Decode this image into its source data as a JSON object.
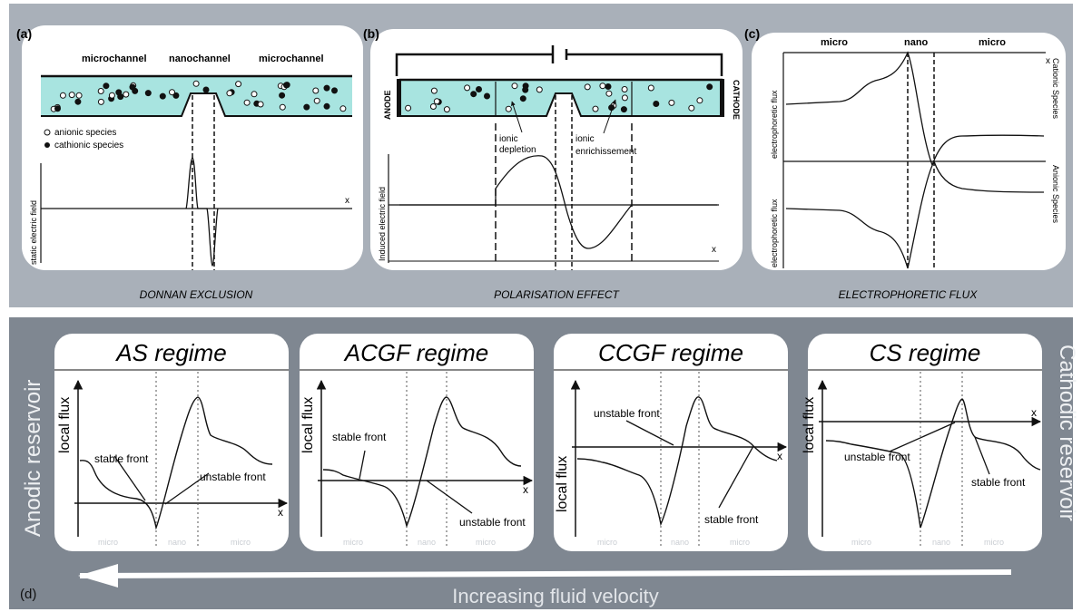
{
  "top": {
    "a": {
      "letter": "(a)",
      "labels": [
        "microchannel",
        "nanochannel",
        "microchannel"
      ],
      "legend": [
        "anionic species",
        "cathionic species"
      ],
      "axis_y": "static electric field",
      "axis_x": "x",
      "caption": "DONNAN EXCLUSION"
    },
    "b": {
      "letter": "(b)",
      "anode": "ANODE",
      "cathode": "CATHODE",
      "depletion": [
        "ionic",
        "depletion"
      ],
      "enrichment": [
        "ionic",
        "enrichissement"
      ],
      "axis_y": "Induced electric field",
      "axis_x": "x",
      "caption": "POLARISATION EFFECT"
    },
    "c": {
      "letter": "(c)",
      "labels": [
        "micro",
        "nano",
        "micro"
      ],
      "axis_x": "x",
      "axis_y_top": "electrophoretic flux",
      "axis_y_bottom": "electrophoretic flux",
      "right_top": "Cationic Species",
      "right_bottom": "Anionic Species",
      "caption": "ELECTROPHORETIC FLUX"
    }
  },
  "bottom": {
    "letter": "(d)",
    "left_label": "Anodic reservoir",
    "right_label": "Cathodic reservoir",
    "arrow_label": "Increasing fluid velocity",
    "panels": [
      {
        "title": "AS regime",
        "ylabel": "local flux",
        "xlabel": "x",
        "stable": "stable front",
        "unstable": "unstable front",
        "zones": [
          "micro",
          "nano",
          "micro"
        ]
      },
      {
        "title": "ACGF regime",
        "ylabel": "local flux",
        "xlabel": "x",
        "stable": "stable front",
        "unstable": "unstable front",
        "zones": [
          "micro",
          "nano",
          "micro"
        ]
      },
      {
        "title": "CCGF regime",
        "ylabel": "local flux",
        "xlabel": "x",
        "stable": "stable front",
        "unstable": "unstable front",
        "zones": [
          "micro",
          "nano",
          "micro"
        ]
      },
      {
        "title": "CS regime",
        "ylabel": "local flux",
        "xlabel": "x",
        "stable": "stable front",
        "unstable": "unstable front",
        "zones": [
          "micro",
          "nano",
          "micro"
        ]
      }
    ]
  },
  "colors": {
    "gray_band": "#a9b0b9",
    "dark_band": "#7f8791",
    "channel": "#a8e4e0",
    "panel_bg": "#ffffff"
  }
}
